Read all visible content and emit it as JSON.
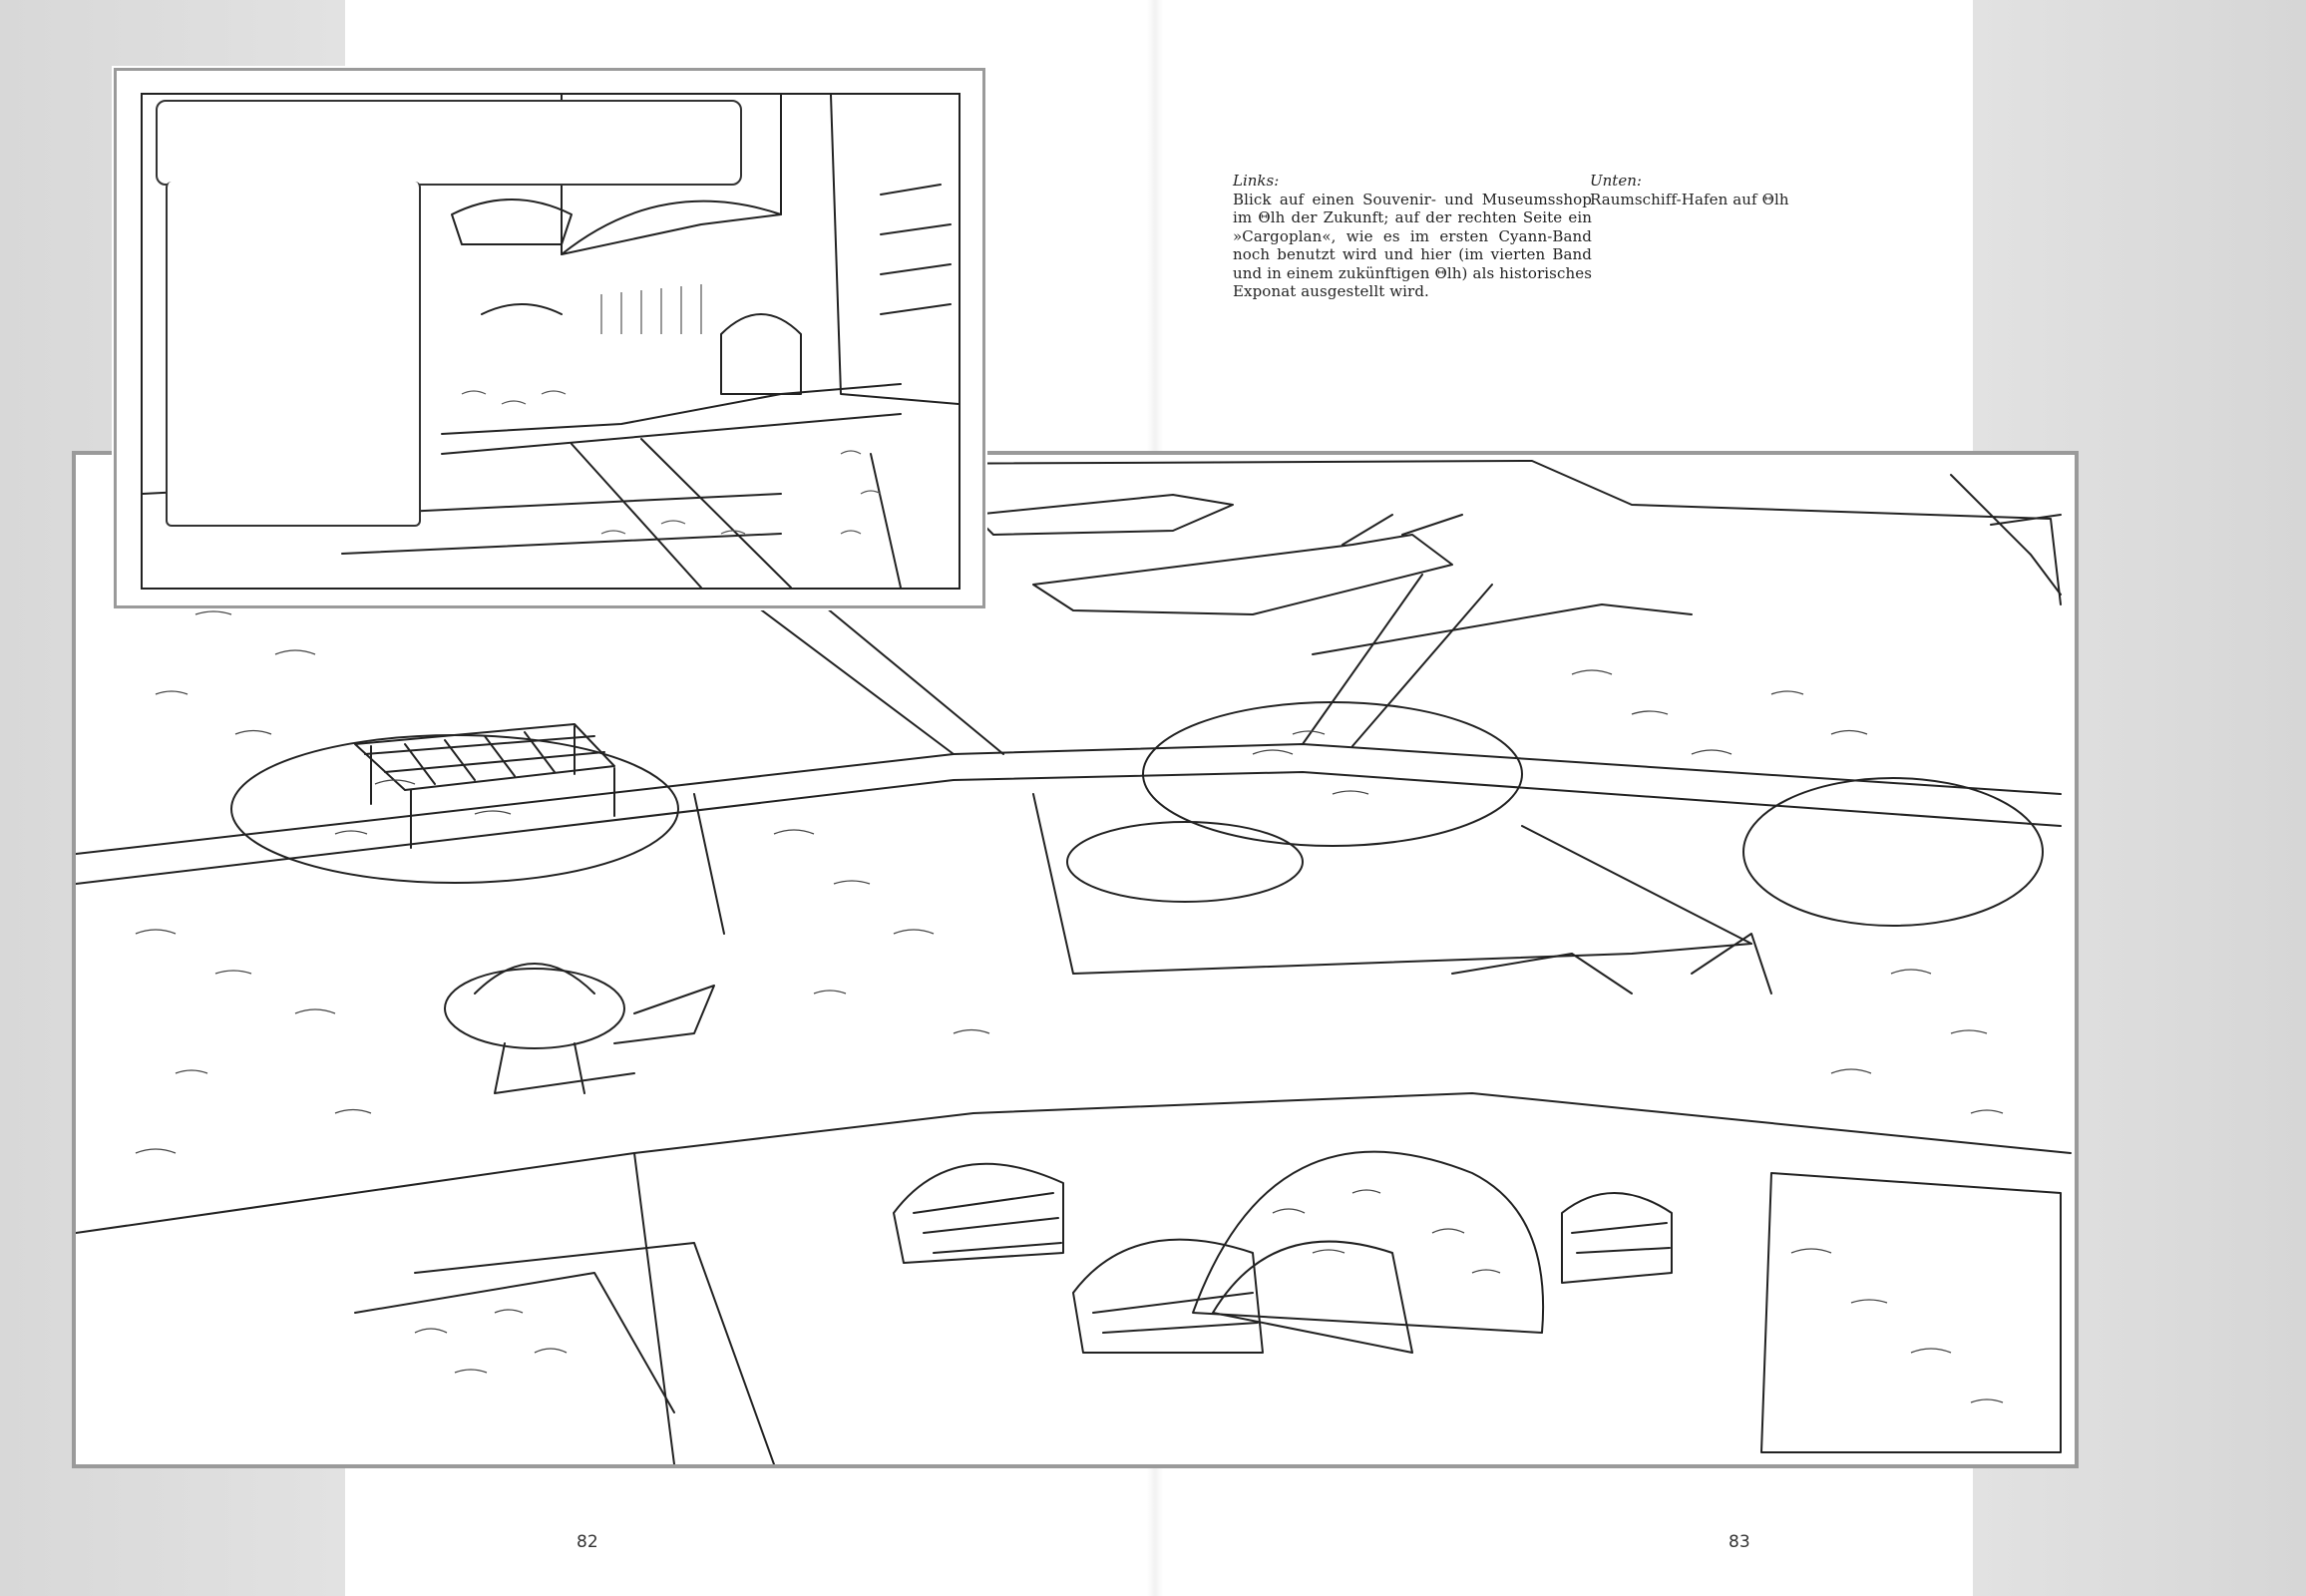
{
  "spread": {
    "left_page_number": "82",
    "right_page_number": "83"
  },
  "captions": {
    "left": {
      "label": "Links:",
      "text": "Blick auf einen Souvenir- und Museumsshop im Θlh der Zukunft; auf der rechten Seite ein »Cargoplan«, wie es im ersten Cyann-Band noch benutzt wird und hier (im vierten Band und in einem zukünftigen Θlh) als historisches Exponat ausgestellt wird."
    },
    "right": {
      "label": "Unten:",
      "text": "Raumschiff-Hafen auf Θlh"
    }
  },
  "colors": {
    "frame_border": "#9a9a9a",
    "ink": "#222222",
    "paper": "#ffffff",
    "outer_margin": "#dcdcdc"
  }
}
